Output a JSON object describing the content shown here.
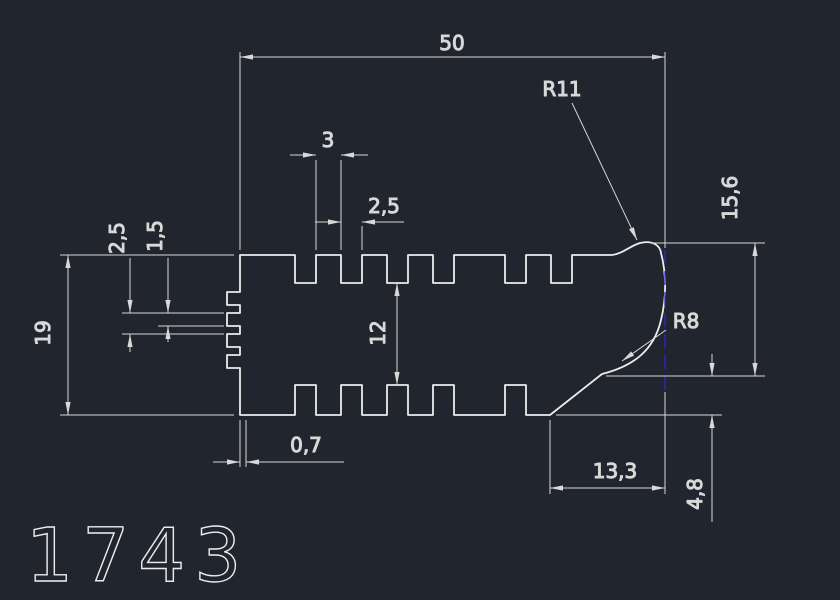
{
  "colors": {
    "background": "#20252e",
    "line": "#ececec",
    "dim": "#d8d8d8",
    "centerline": "#2a2ad0"
  },
  "drawing": {
    "number": "1743",
    "dimensions": {
      "total_width": "50",
      "outer_radius": "R11",
      "right_height": "15,6",
      "fin_width": "3",
      "slot_width": "2,5",
      "left_slot_pitch": "2,5",
      "left_tooth_height": "1,5",
      "total_height": "19",
      "core_height": "12",
      "groove_radius": "R8",
      "bottom_offset": "0,7",
      "nose_width": "13,3",
      "nose_height": "4,8"
    }
  }
}
